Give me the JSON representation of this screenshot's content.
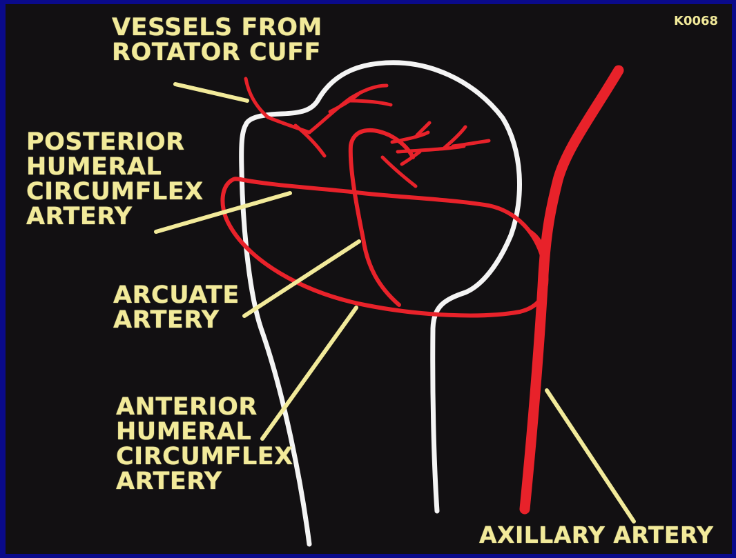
{
  "slide_code": "K0068",
  "labels": {
    "vessels_from_rotator_cuff": [
      "VESSELS FROM",
      "ROTATOR CUFF"
    ],
    "posterior_humeral_circumflex": [
      "POSTERIOR",
      "HUMERAL",
      "CIRCUMFLEX",
      "ARTERY"
    ],
    "arcuate_artery": [
      "ARCUATE",
      "ARTERY"
    ],
    "anterior_humeral_circumflex": [
      "ANTERIOR",
      "HUMERAL",
      "CIRCUMFLEX",
      "ARTERY"
    ],
    "axillary_artery": "AXILLARY ARTERY"
  },
  "colors": {
    "frame": "#0a0a8a",
    "background": "#121012",
    "label_text": "#f2ea9a",
    "leader_line": "#f2ea9a",
    "bone_outline": "#f4f4f4",
    "artery": "#e8222a"
  }
}
